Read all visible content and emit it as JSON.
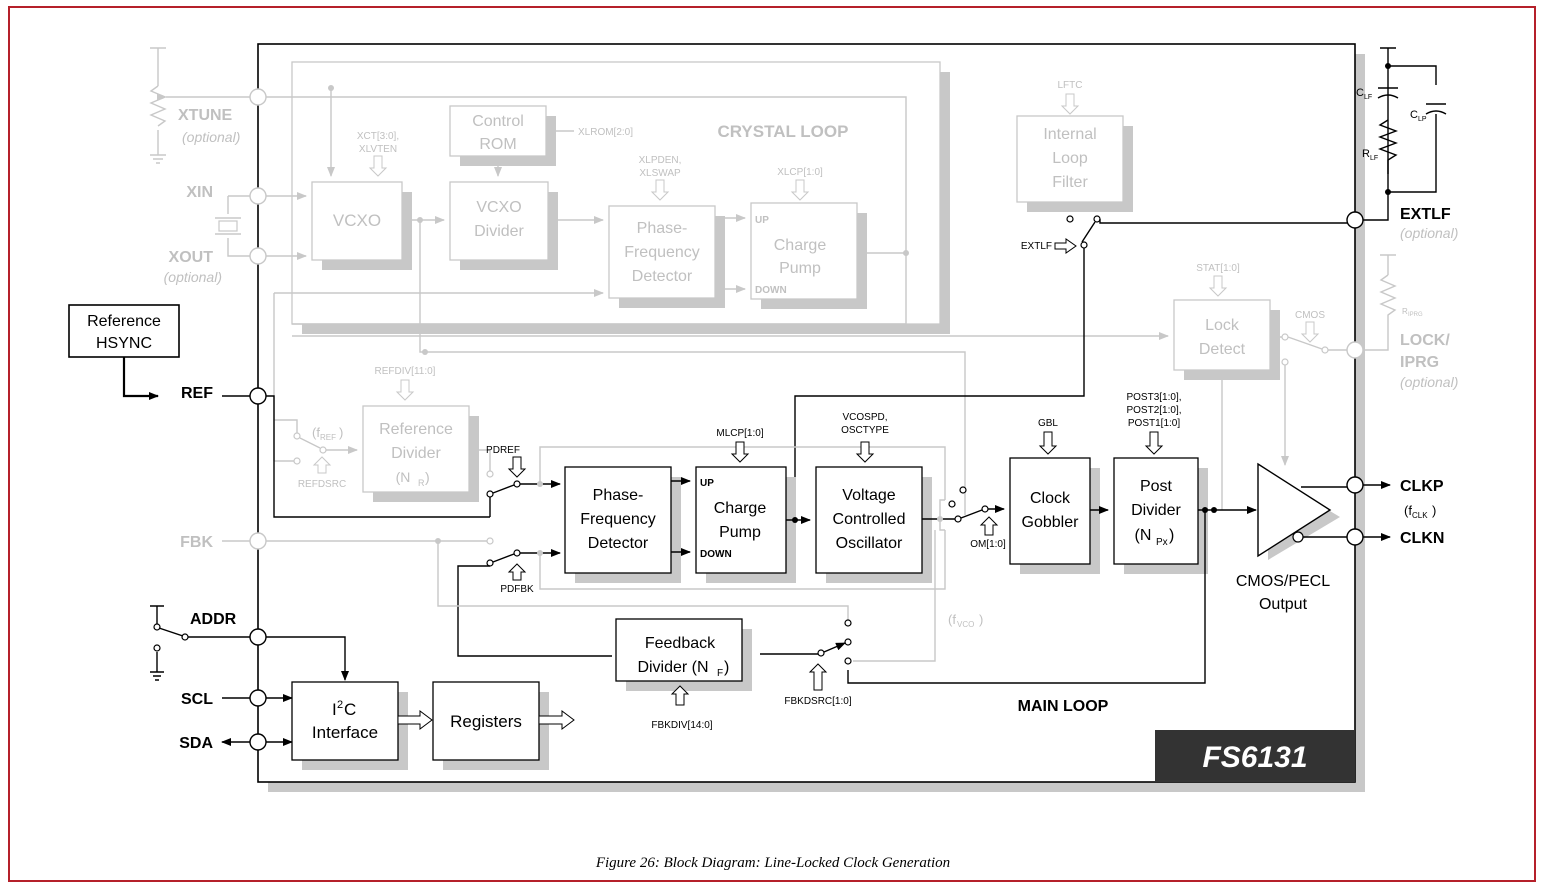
{
  "chip": {
    "name": "FS6131"
  },
  "caption": "Figure 26:  Block Diagram:  Line-Locked Clock Generation",
  "sections": {
    "crystal_loop": "CRYSTAL LOOP",
    "main_loop": "MAIN LOOP"
  },
  "pins": {
    "xtune": "XTUNE",
    "xtune_opt": "(optional)",
    "xin": "XIN",
    "xout": "XOUT",
    "xout_opt": "(optional)",
    "ref": "REF",
    "fbk": "FBK",
    "addr": "ADDR",
    "scl": "SCL",
    "sda": "SDA",
    "extlf": "EXTLF",
    "extlf_opt": "(optional)",
    "lock": "LOCK/",
    "iprg": "IPRG",
    "lock_opt": "(optional)",
    "clkp": "CLKP",
    "clkn": "CLKN",
    "fclk_main": "(f",
    "fclk_sub": "CLK",
    "fclk_close": ")"
  },
  "ext": {
    "ref_hsync_1": "Reference",
    "ref_hsync_2": "HSYNC",
    "clf": "C",
    "clf_sub": "LF",
    "clp": "C",
    "clp_sub": "LP",
    "rlf": "R",
    "rlf_sub": "LF",
    "riprg": "R",
    "riprg_sub": "IPRG"
  },
  "blocks": {
    "control_rom_1": "Control",
    "control_rom_2": "ROM",
    "vcxo": "VCXO",
    "vcxo_div_1": "VCXO",
    "vcxo_div_2": "Divider",
    "pfd_x_1": "Phase-",
    "pfd_x_2": "Frequency",
    "pfd_x_3": "Detector",
    "cp_x_1": "Charge",
    "cp_x_2": "Pump",
    "cp_up": "UP",
    "cp_down": "DOWN",
    "ilf_1": "Internal",
    "ilf_2": "Loop",
    "ilf_3": "Filter",
    "lock_1": "Lock",
    "lock_2": "Detect",
    "refdiv_1": "Reference",
    "refdiv_2": "Divider",
    "refdiv_3": "(N",
    "refdiv_sub": "R",
    "refdiv_4": ")",
    "pfd_1": "Phase-",
    "pfd_2": "Frequency",
    "pfd_3": "Detector",
    "cp_1": "Charge",
    "cp_2": "Pump",
    "vco_1": "Voltage",
    "vco_2": "Controlled",
    "vco_3": "Oscillator",
    "cg_1": "Clock",
    "cg_2": "Gobbler",
    "pd_1": "Post",
    "pd_2": "Divider",
    "pd_3": "(N",
    "pd_sub": "Px",
    "pd_4": ")",
    "out_1": "CMOS/PECL",
    "out_2": "Output",
    "fbdiv_1": "Feedback",
    "fbdiv_2": "Divider  (N",
    "fbdiv_sub": "F",
    "fbdiv_3": ")",
    "i2c_1": "I",
    "i2c_sup": "2",
    "i2c_2": "C",
    "i2c_3": "Interface",
    "regs": "Registers"
  },
  "controls": {
    "xct": "XCT[3:0],",
    "xlvten": "XLVTEN",
    "xlrom": "XLROM[2:0]",
    "xlpden": "XLPDEN,",
    "xlswap": "XLSWAP",
    "xlcp": "XLCP[1:0]",
    "lftc": "LFTC",
    "extlf_ctl": "EXTLF",
    "stat": "STAT[1:0]",
    "cmos": "CMOS",
    "refdiv": "REFDIV[11:0]",
    "fref": "(f",
    "fref_sub": "REF",
    "fref_close": ")",
    "refdsrc": "REFDSRC",
    "pdref": "PDREF",
    "pdfbk": "PDFBK",
    "mlcp": "MLCP[1:0]",
    "vcospd": "VCOSPD,",
    "osctype": "OSCTYPE",
    "om": "OM[1:0]",
    "gbl": "GBL",
    "post3": "POST3[1:0],",
    "post2": "POST2[1:0],",
    "post1": "POST1[1:0]",
    "fvco": "(f",
    "fvco_sub": "VCO",
    "fvco_close": ")",
    "fbkdsrc": "FBKDSRC[1:0]",
    "fbkdiv": "FBKDIV[14:0]"
  }
}
